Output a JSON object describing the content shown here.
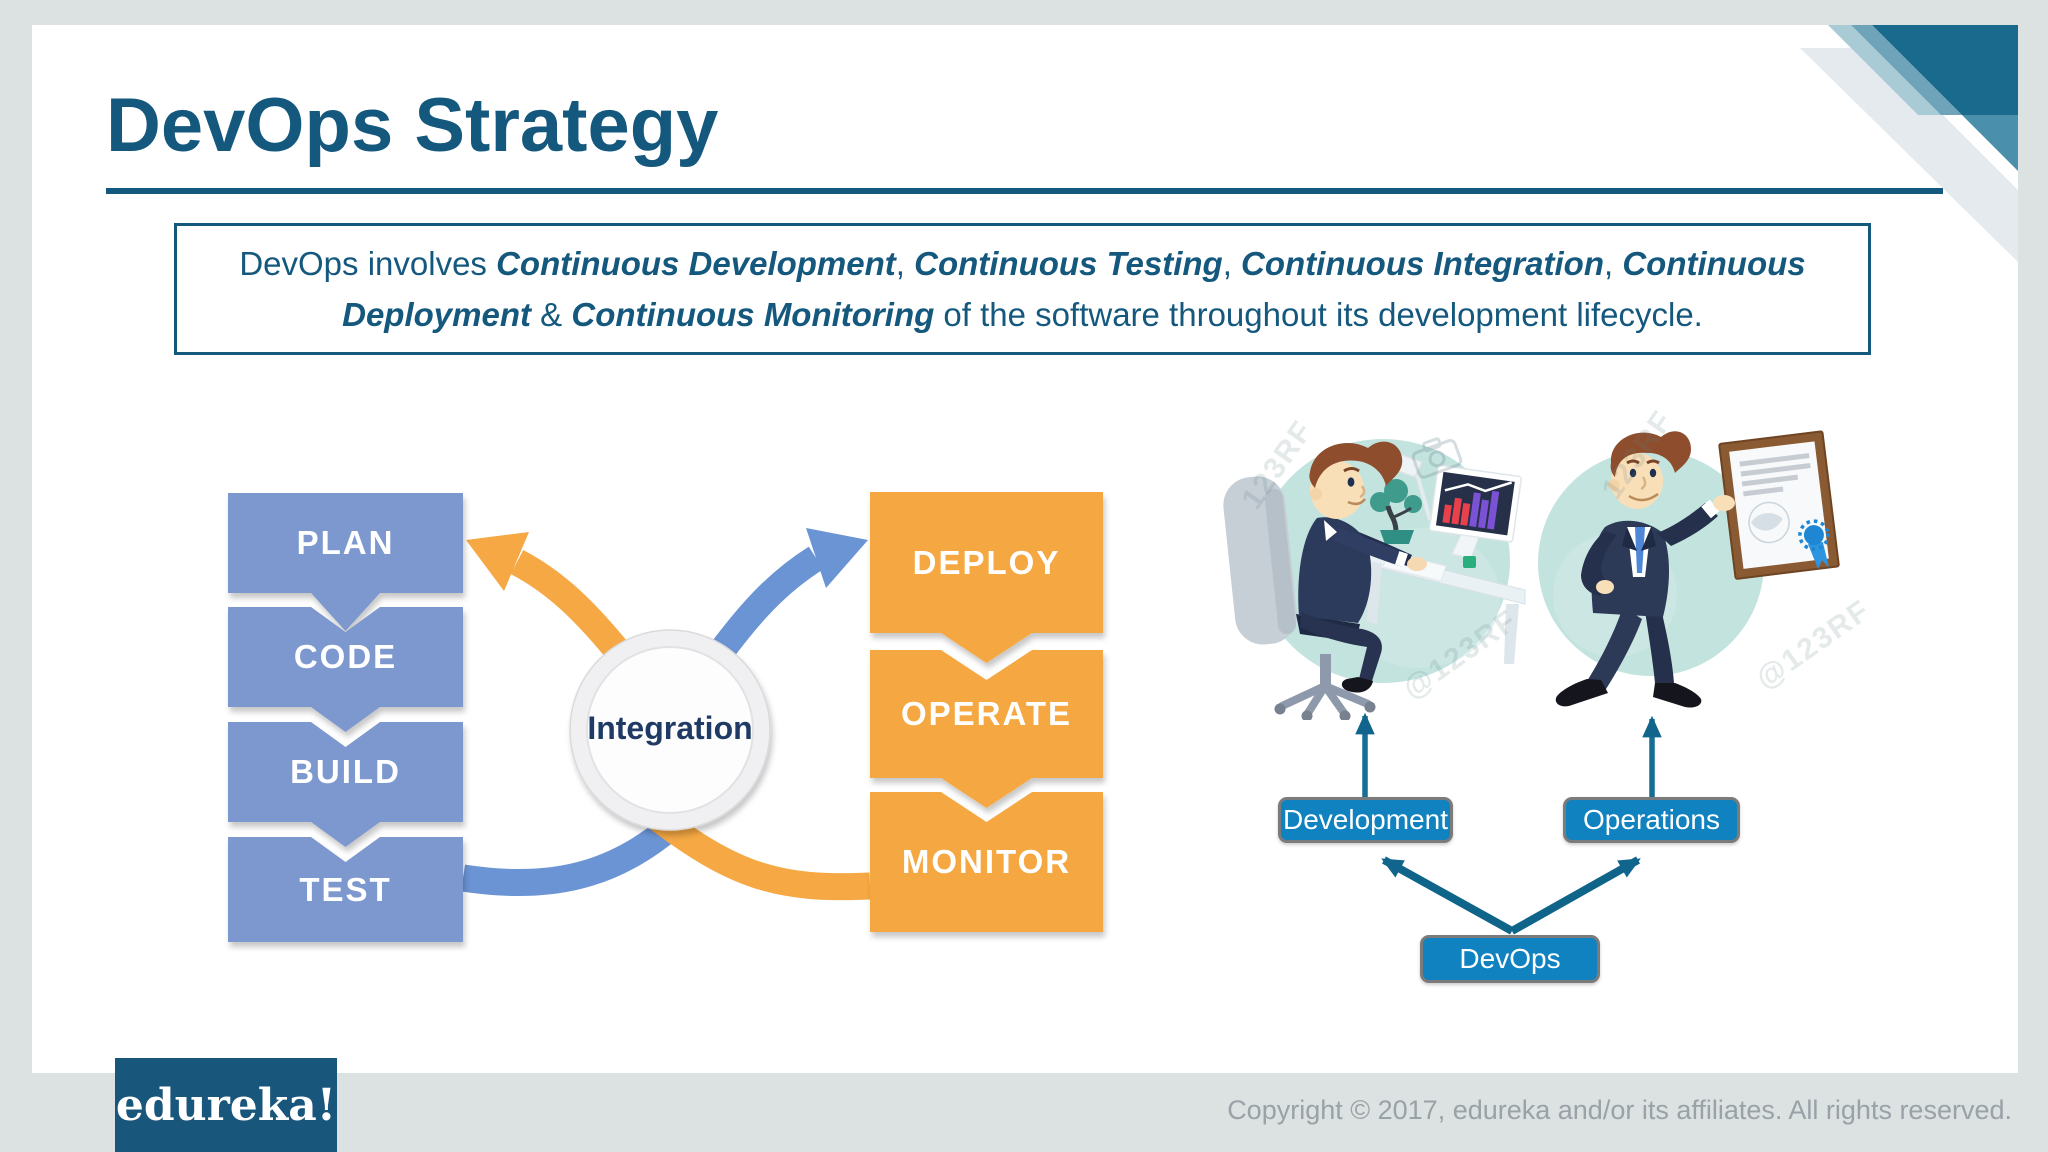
{
  "slide": {
    "title": "DevOps Strategy",
    "quote": {
      "segments": [
        {
          "t": "DevOps involves ",
          "b": false
        },
        {
          "t": "Continuous Development",
          "b": true
        },
        {
          "t": ", ",
          "b": false
        },
        {
          "t": "Continuous Testing",
          "b": true
        },
        {
          "t": ", ",
          "b": false
        },
        {
          "t": "Continuous Integration",
          "b": true
        },
        {
          "t": ", ",
          "b": false
        },
        {
          "t": "Continuous",
          "b": true
        },
        {
          "br": true
        },
        {
          "t": "Deployment",
          "b": true
        },
        {
          "t": " & ",
          "b": false
        },
        {
          "t": "Continuous Monitoring",
          "b": true
        },
        {
          "t": " of the software throughout its development lifecycle.",
          "b": false
        }
      ]
    }
  },
  "process": {
    "left_steps": [
      "PLAN",
      "CODE",
      "BUILD",
      "TEST"
    ],
    "right_steps": [
      "DEPLOY",
      "OPERATE",
      "MONITOR"
    ],
    "hub_label": "Integration"
  },
  "org": {
    "dev_label": "Development",
    "ops_label": "Operations",
    "devops_label": "DevOps"
  },
  "watermarks": {
    "brand": "123RF",
    "handle": "@123RF"
  },
  "footer": {
    "logo": "edureka!",
    "copyright": "Copyright © 2017, edureka and/or its affiliates. All rights reserved."
  },
  "palette": {
    "title_teal": "#15587e",
    "left_step_blue": "#7d98ce",
    "right_step_orange": "#f5a843",
    "arrow_blue": "#6b94d4",
    "arrow_orange": "#f5a843",
    "hub_text_navy": "#1f3a64",
    "button_blue": "#0f82bf",
    "button_border_gray": "#7b7b7b",
    "org_arrow_teal": "#11658c",
    "logo_bg_teal": "#19567b",
    "footer_gray": "#dce1e2",
    "illustration_circle_teal": "#c3e3df"
  }
}
